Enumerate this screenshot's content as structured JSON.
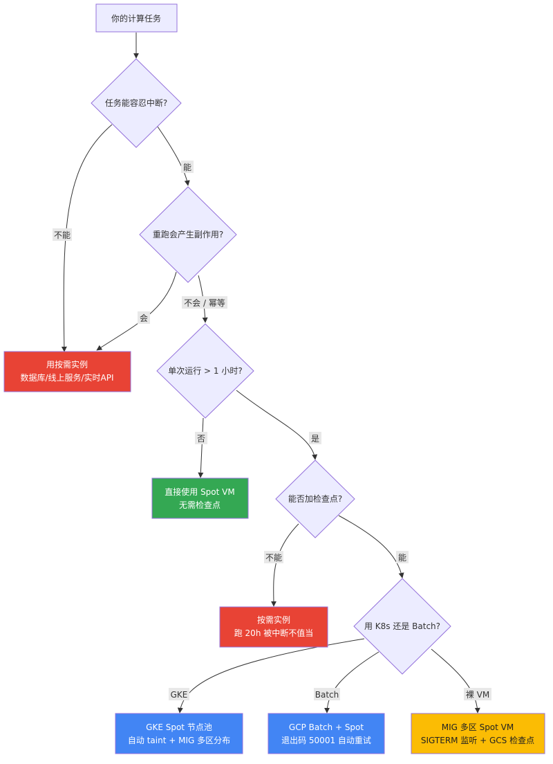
{
  "nodes": {
    "start": {
      "line1": "你的计算任务"
    },
    "q_interrupt": {
      "line1": "任务能容忍中断?"
    },
    "q_side_effect": {
      "line1": "重跑会产生副作用?"
    },
    "ondemand_realtime": {
      "line1": "用按需实例",
      "line2": "数据库/线上服务/实时API"
    },
    "q_duration": {
      "line1": "单次运行 > 1 小时?"
    },
    "spot_direct": {
      "line1": "直接使用 Spot VM",
      "line2": "无需检查点"
    },
    "q_checkpoint": {
      "line1": "能否加检查点?"
    },
    "ondemand_long": {
      "line1": "按需实例",
      "line2": "跑 20h 被中断不值当"
    },
    "q_platform": {
      "line1": "用 K8s 还是 Batch?"
    },
    "gke_spot": {
      "line1": "GKE Spot 节点池",
      "line2": "自动 taint + MIG 多区分布"
    },
    "gcp_batch": {
      "line1": "GCP Batch + Spot",
      "line2": "退出码 50001 自动重试"
    },
    "mig_vm": {
      "line1": "MIG 多区 Spot VM",
      "line2": "SIGTERM 监听 + GCS 检查点"
    }
  },
  "edges": {
    "interrupt_no": "不能",
    "interrupt_yes": "能",
    "side_effect_yes": "会",
    "side_effect_no": "不会 / 幂等",
    "duration_no": "否",
    "duration_yes": "是",
    "checkpoint_no": "不能",
    "checkpoint_yes": "能",
    "platform_gke": "GKE",
    "platform_batch": "Batch",
    "platform_vm": "裸 VM"
  },
  "colors": {
    "decision_fill": "#ECECFF",
    "decision_stroke": "#9370DB",
    "red": "#E84335",
    "green": "#34A853",
    "blue": "#4285F4",
    "yellow": "#FBBC04",
    "edge": "#333333",
    "edge_label_bg": "#E8E8E8"
  }
}
